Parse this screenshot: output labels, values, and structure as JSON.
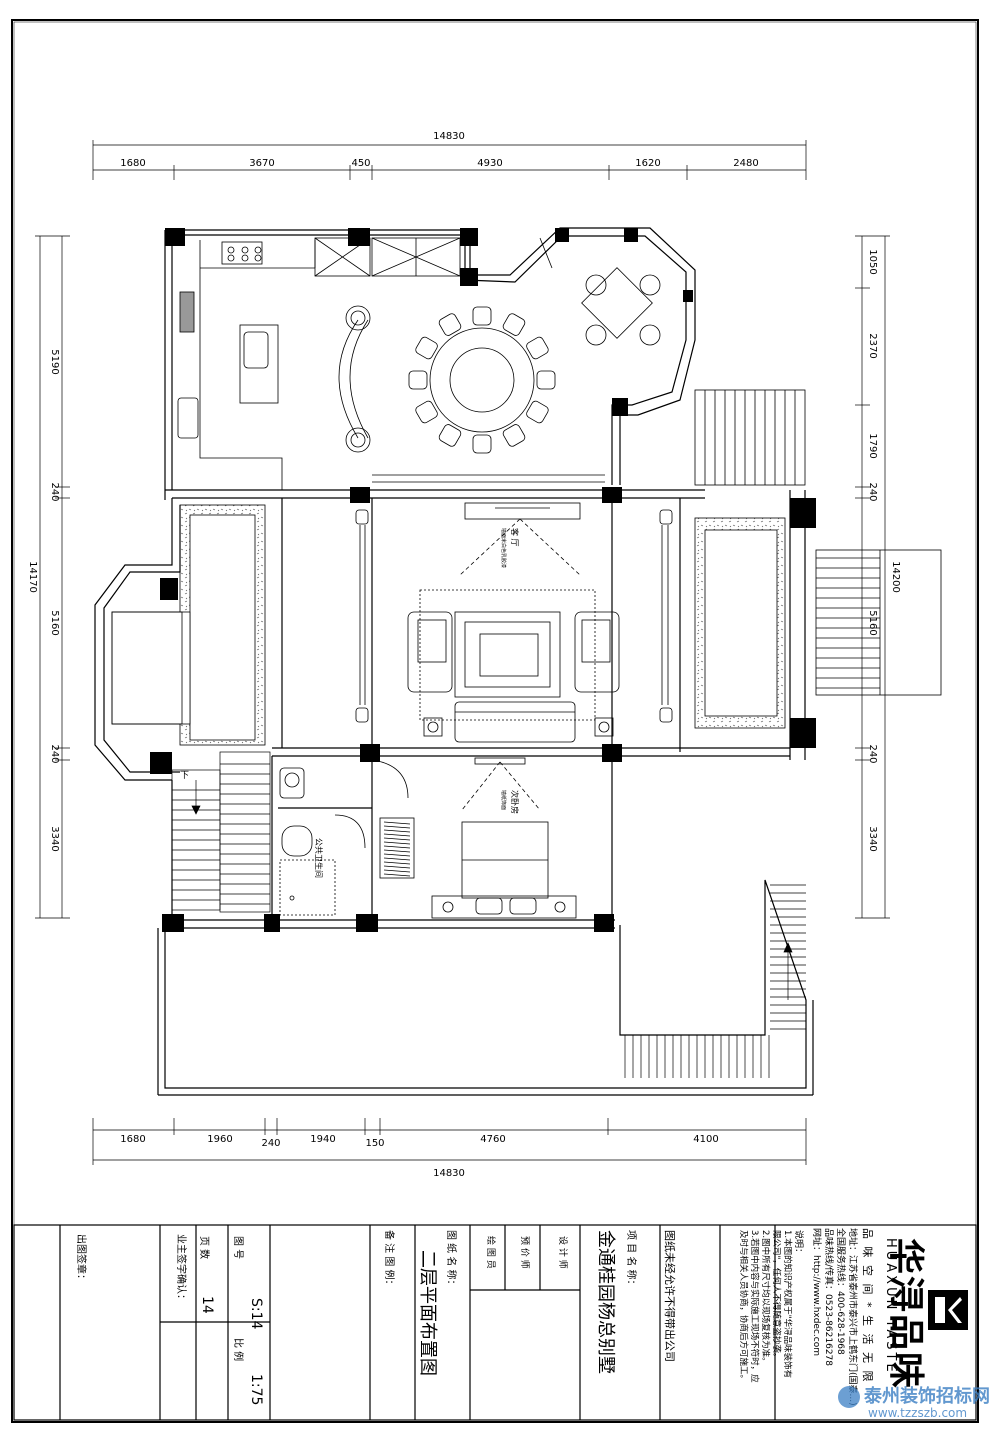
{
  "dimensions": {
    "top_total": "14830",
    "top_segments": [
      "1680",
      "3670",
      "450",
      "4930",
      "1620",
      "2480"
    ],
    "bottom_total": "14830",
    "bottom_segments": [
      "1680",
      "1960",
      "240",
      "1940",
      "150",
      "4760",
      "4100"
    ],
    "left_total": "14170",
    "left_segments": [
      "5190",
      "240",
      "5160",
      "240",
      "3340"
    ],
    "right_total": "14200",
    "right_segments": [
      "1050",
      "2370",
      "1790",
      "240",
      "5160",
      "240",
      "3340"
    ]
  },
  "rooms": {
    "living_room": "客 厅",
    "living_room_note": "墙面米白色乳胶漆",
    "bedroom": "次卧房",
    "bedroom_note": "墙纸饰面",
    "public_bathroom": "公共卫生间",
    "stair_down": "下"
  },
  "title_block": {
    "brand_name": "华浔品味",
    "brand_pinyin": "HUAXUN  TASTE",
    "slogan": "品 味 空 间  *  生 活 无 限",
    "address": "地址：江苏省泰州市泰兴市上鹤东门(国泰...)",
    "hotline": "全国服务热线：400-628-1968",
    "phone": "品味热线/传真：0523-86216278",
    "website": "网址：http://www.hxdec.com",
    "notes_title": "说明：",
    "notes": [
      "1.本图的知识产权属于\"华浔品味装饰有",
      "限公司\"，任何人不得随意盗抄袭。",
      "2.图中所有尺寸均以现场复核为准。",
      "3.若图中内容与实际施工现场不符时，应",
      "及时与相关人员协商，协商后方可施工。"
    ],
    "copyright": "图纸未经允许不得带出公司",
    "project_label": "项 目 名 称：",
    "project_name": "金通桂园杨总别墅",
    "designer_label": "设 计 师",
    "reviewer_label": "预 价 师",
    "drafter_label": "绘 图 员",
    "drawing_name_label": "图 纸 名 称：",
    "drawing_name": "二层平面布置图",
    "remarks_label": "备 注 图 例：",
    "drawing_no_label": "图 号",
    "drawing_no": "S:14",
    "scale_label": "比 例",
    "scale": "1:75",
    "page_label": "页 数",
    "page": "14",
    "owner_sign_label": "业主签字确认：",
    "issue_sign_label": "出图签章："
  },
  "watermark": {
    "name": "泰州装饰招标网",
    "url": "www.tzzszb.com"
  },
  "colors": {
    "line": "#000000",
    "fill_dark": "#000000",
    "hatch": "#555555",
    "watermark": "#3b7fc4"
  }
}
